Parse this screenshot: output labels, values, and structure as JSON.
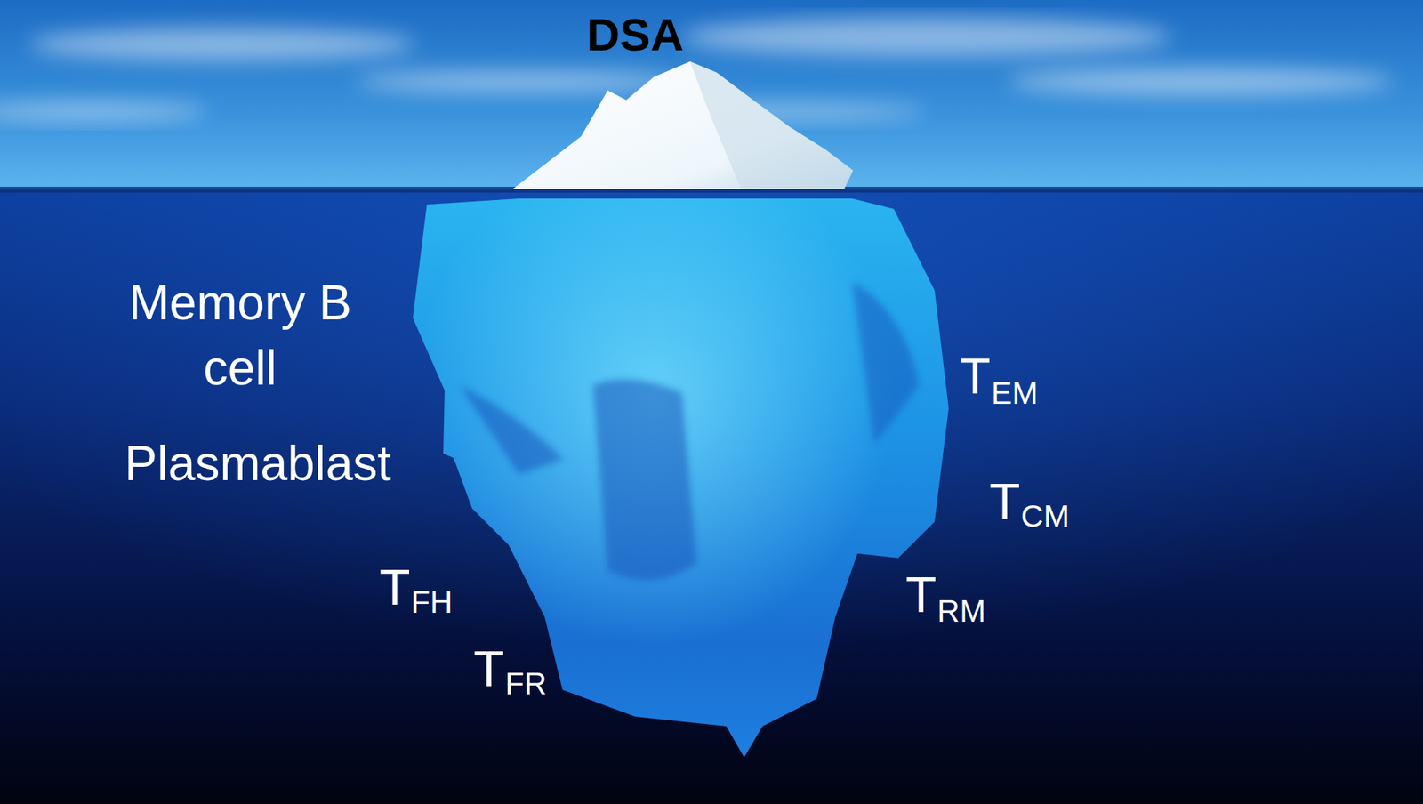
{
  "diagram": {
    "title": "DSA",
    "labels": [
      "Memory B cell",
      "Plasmablast",
      "T",
      "EM",
      "T",
      "CM",
      "T",
      "RM",
      "T",
      "FH",
      "T",
      "FR"
    ]
  }
}
